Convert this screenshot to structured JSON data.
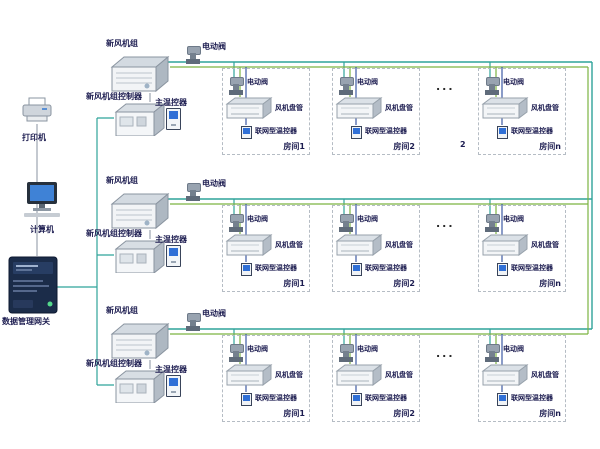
{
  "colors": {
    "bus_teal": "#2fa39a",
    "bus_green": "#7cb342",
    "wire_blue": "#2b4a9b",
    "wire_gray": "#8a93a0",
    "label_text": "#1c1c50",
    "screen_blue": "#2f6fd6",
    "gateway_body": "#1b2c49",
    "room_border": "#b5bcc4"
  },
  "left_devices": {
    "printer_label": "打印机",
    "computer_label": "计算机",
    "gateway_label": "数据管理网关"
  },
  "rows": [
    {
      "ahu_label": "新风机组",
      "controller_label": "新风机组控制器",
      "main_thermostat_label": "主温控器",
      "valve_label": "电动阀",
      "ellipsis": "...",
      "stray_label": "2",
      "rooms": [
        {
          "valve_label": "电动阀",
          "fan_coil_label": "风机盘管",
          "thermostat_label": "联网型温控器",
          "room_name": "房间1"
        },
        {
          "valve_label": "电动阀",
          "fan_coil_label": "风机盘管",
          "thermostat_label": "联网型温控器",
          "room_name": "房间2"
        },
        {
          "valve_label": "电动阀",
          "fan_coil_label": "风机盘管",
          "thermostat_label": "联网型温控器",
          "room_name": "房间n"
        }
      ]
    },
    {
      "ahu_label": "新风机组",
      "controller_label": "新风机组控制器",
      "main_thermostat_label": "主温控器",
      "valve_label": "电动阀",
      "ellipsis": "...",
      "rooms": [
        {
          "valve_label": "电动阀",
          "fan_coil_label": "风机盘管",
          "thermostat_label": "联网型温控器",
          "room_name": "房间1"
        },
        {
          "valve_label": "电动阀",
          "fan_coil_label": "风机盘管",
          "thermostat_label": "联网型温控器",
          "room_name": "房间2"
        },
        {
          "valve_label": "电动阀",
          "fan_coil_label": "风机盘管",
          "thermostat_label": "联网型温控器",
          "room_name": "房间n"
        }
      ]
    },
    {
      "ahu_label": "新风机组",
      "controller_label": "新风机组控制器",
      "main_thermostat_label": "主温控器",
      "valve_label": "电动阀",
      "ellipsis": "...",
      "rooms": [
        {
          "valve_label": "电动阀",
          "fan_coil_label": "风机盘管",
          "thermostat_label": "联网型温控器",
          "room_name": "房间1"
        },
        {
          "valve_label": "电动阀",
          "fan_coil_label": "风机盘管",
          "thermostat_label": "联网型温控器",
          "room_name": "房间2"
        },
        {
          "valve_label": "电动阀",
          "fan_coil_label": "风机盘管",
          "thermostat_label": "联网型温控器",
          "room_name": "房间n"
        }
      ]
    }
  ]
}
